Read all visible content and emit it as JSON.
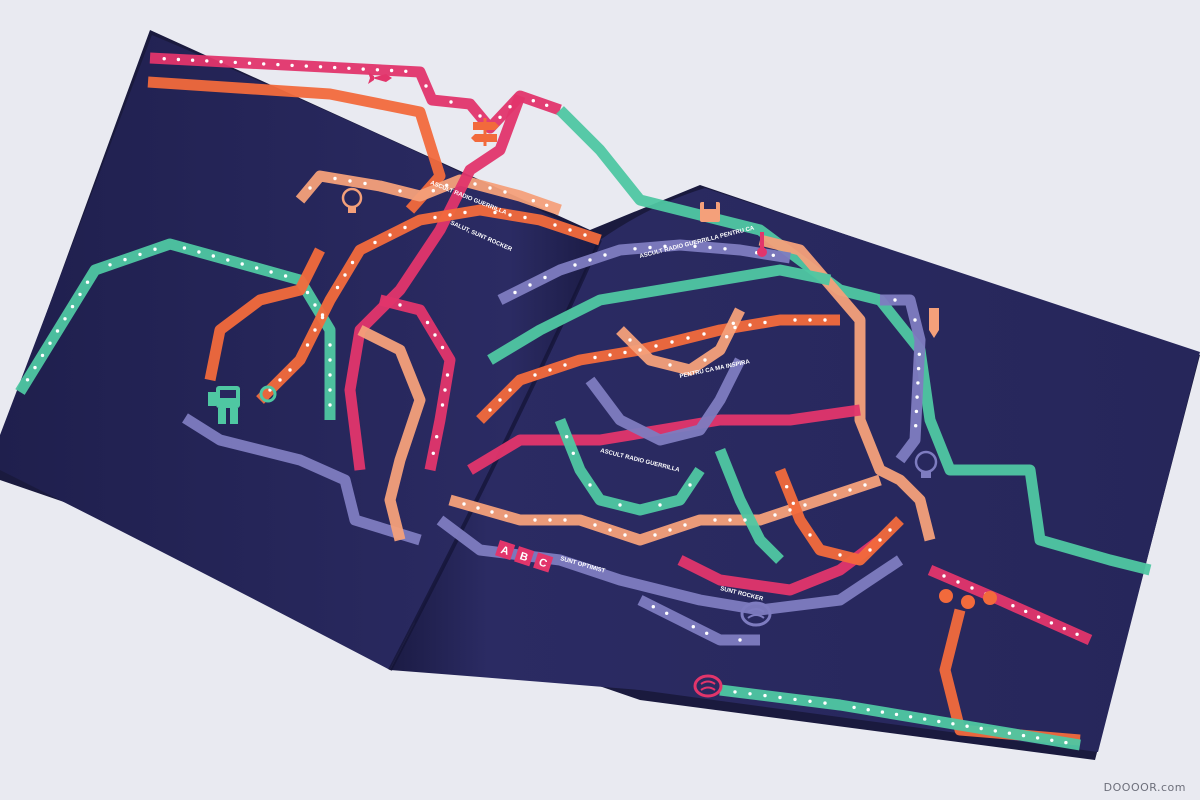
{
  "photo": {
    "subject": "open magazine spread with circuit-style ribbon map infographic",
    "background_color": "#e9eaf1",
    "page_color": "#28285e",
    "ribbon_colors": [
      "#e2356b",
      "#f26a3c",
      "#4fc7a2",
      "#7e7cc0",
      "#f4a07a"
    ]
  },
  "ribbon_texts": [
    "ASCULT RADIO GUERRILLA",
    "SALUT, SUNT ROCKER",
    "ASCULT RADIO GUERRILLA PENTRU CA",
    "ASCULT RADIO GUERRILLA",
    "PENTRU CA MA INSPIRA",
    "SUNT OPTIMIST",
    "SUNT ROCKER"
  ],
  "icons": [
    {
      "name": "rocket-icon"
    },
    {
      "name": "signpost-icon"
    },
    {
      "name": "lightbulb-icon"
    },
    {
      "name": "astronaut-icon"
    },
    {
      "name": "floppy-disk-icon"
    },
    {
      "name": "thermometer-icon"
    },
    {
      "name": "pencil-icon"
    },
    {
      "name": "brain-icon"
    },
    {
      "name": "bell-icon"
    }
  ],
  "abc_badge": [
    "A",
    "B",
    "C"
  ],
  "watermark": "DOOOOR.com"
}
